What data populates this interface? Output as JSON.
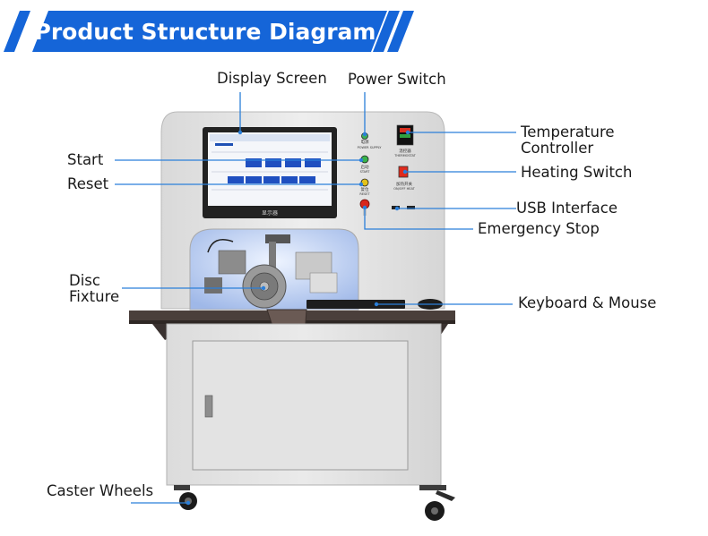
{
  "header": {
    "title": "Product Structure Diagram",
    "accent_color": "#1565d8"
  },
  "callouts": {
    "display_screen": "Display Screen",
    "power_switch": "Power Switch",
    "temperature_controller_line1": "Temperature",
    "temperature_controller_line2": "Controller",
    "heating_switch": "Heating Switch",
    "usb_interface": "USB Interface",
    "emergency_stop": "Emergency Stop",
    "start": "Start",
    "reset": "Reset",
    "disc_fixture_line1": "Disc",
    "disc_fixture_line2": "Fixture",
    "keyboard_mouse": "Keyboard & Mouse",
    "caster_wheels": "Caster Wheels"
  },
  "panel_text": {
    "screen_caption": "显示器",
    "power_label": "电源",
    "power_label_en": "POWER SUPPLY",
    "start_label": "启动",
    "start_label_en": "START",
    "reset_label": "复位",
    "reset_label_en": "RESET",
    "thermostat_label": "温控器",
    "thermostat_label_en": "THERMOSTAT",
    "heating_label": "加热开关",
    "heating_label_en": "ON/OFF HEAT"
  },
  "colors": {
    "leader_line": "#2b7fd9",
    "machine_body": "#e6e6e6",
    "tabletop": "#4a3f3b",
    "screen_bezel": "#2a2a2a",
    "emergency_red": "#d8261c"
  }
}
